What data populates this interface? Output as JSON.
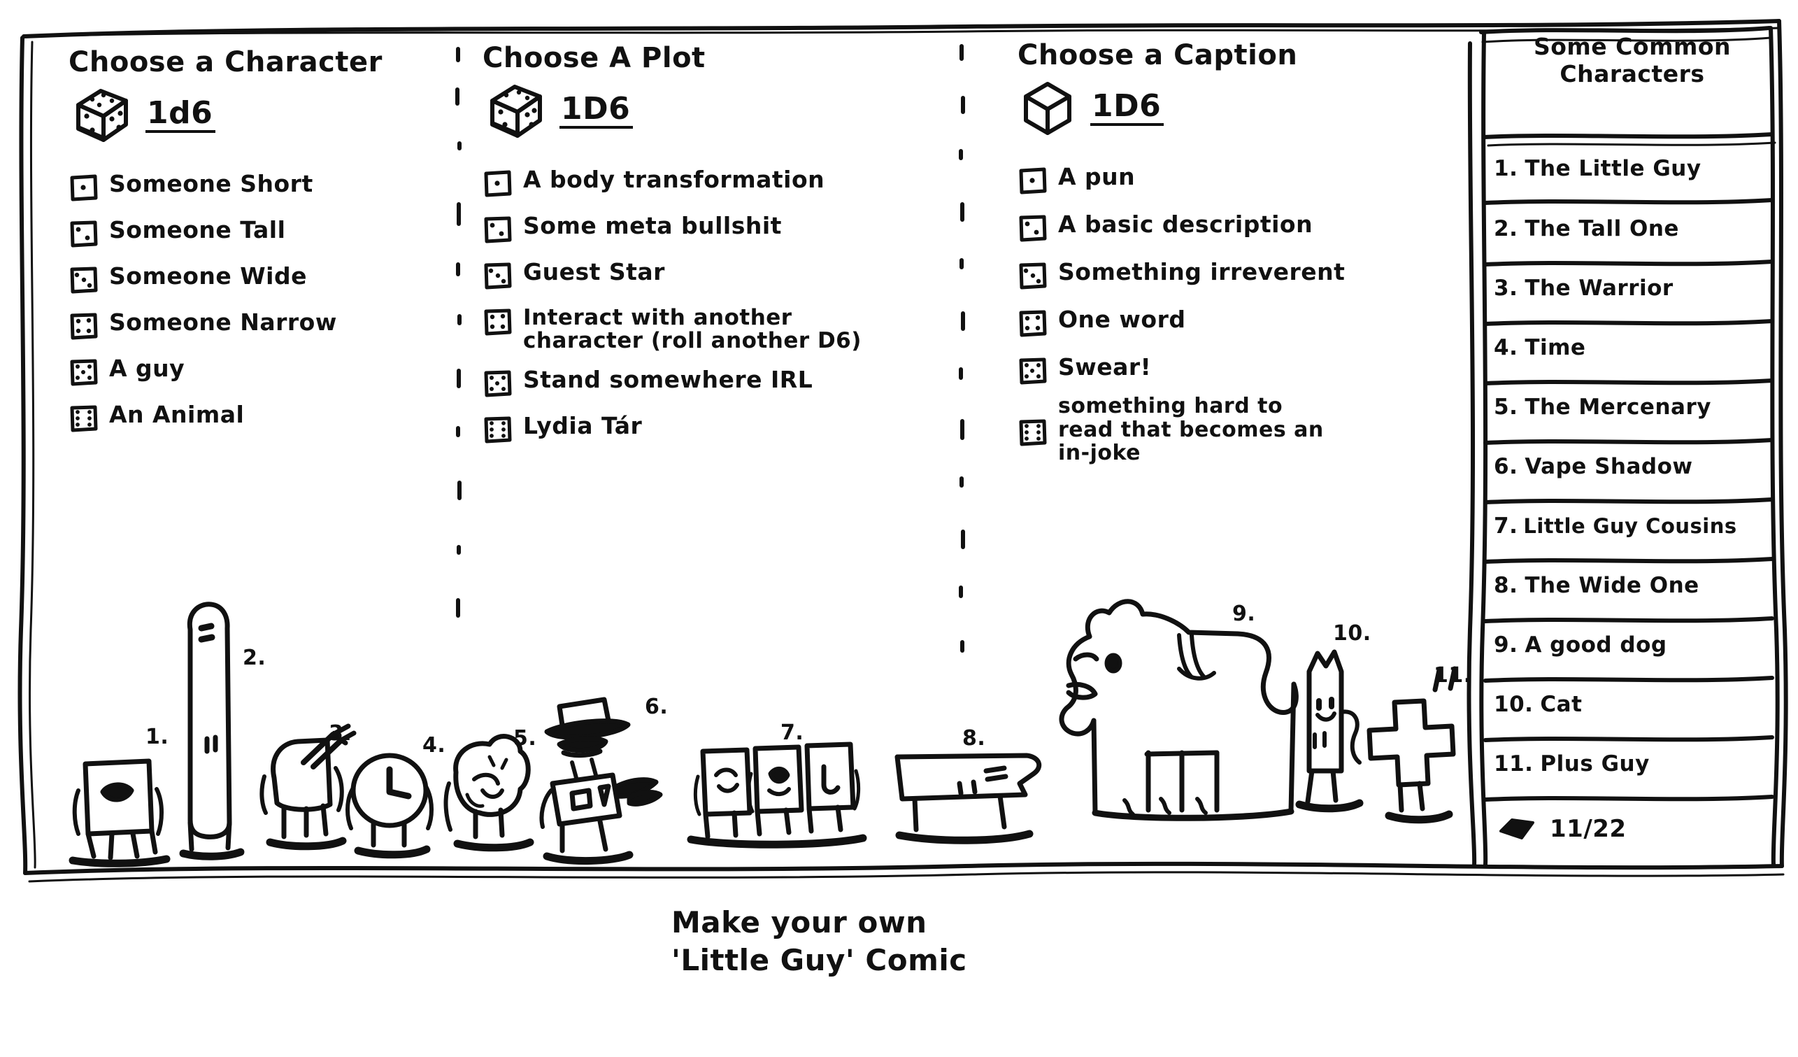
{
  "sheet": {
    "title_bottom": "Make your own\n'Little Guy' Comic"
  },
  "columns": [
    {
      "id": "character",
      "title": "Choose a Character",
      "die_label": "1d6",
      "die_icon": "dice-cube-icon",
      "options": [
        {
          "face": 1,
          "text": "Someone Short"
        },
        {
          "face": 2,
          "text": "Someone Tall"
        },
        {
          "face": 3,
          "text": "Someone Wide"
        },
        {
          "face": 4,
          "text": "Someone Narrow"
        },
        {
          "face": 5,
          "text": "A guy"
        },
        {
          "face": 6,
          "text": "An Animal"
        }
      ]
    },
    {
      "id": "plot",
      "title": "Choose A Plot",
      "die_label": "1D6",
      "die_icon": "dice-cube-icon",
      "options": [
        {
          "face": 1,
          "text": "A body transformation"
        },
        {
          "face": 2,
          "text": "Some meta bullshit"
        },
        {
          "face": 3,
          "text": "Guest Star"
        },
        {
          "face": 4,
          "text": "Interact with another\ncharacter (roll another D6)"
        },
        {
          "face": 5,
          "text": "Stand somewhere IRL"
        },
        {
          "face": 6,
          "text": "Lydia Tár"
        }
      ]
    },
    {
      "id": "caption",
      "title": "Choose a Caption",
      "die_label": "1D6",
      "die_icon": "cube-outline-icon",
      "options": [
        {
          "face": 1,
          "text": "A pun"
        },
        {
          "face": 2,
          "text": "A basic description"
        },
        {
          "face": 3,
          "text": "Something irreverent"
        },
        {
          "face": 4,
          "text": "One word"
        },
        {
          "face": 5,
          "text": "Swear!"
        },
        {
          "face": 6,
          "text": "something hard to\nread that becomes an\nin-joke"
        }
      ]
    }
  ],
  "sidebar": {
    "title": "Some Common\nCharacters",
    "items": [
      {
        "num": "1.",
        "label": "The Little Guy"
      },
      {
        "num": "2.",
        "label": "The Tall One"
      },
      {
        "num": "3.",
        "label": "The Warrior"
      },
      {
        "num": "4.",
        "label": "Time"
      },
      {
        "num": "5.",
        "label": "The Mercenary"
      },
      {
        "num": "6.",
        "label": "Vape Shadow"
      },
      {
        "num": "7.",
        "label": "Little Guy Cousins"
      },
      {
        "num": "8.",
        "label": "The Wide One"
      },
      {
        "num": "9.",
        "label": "A good dog"
      },
      {
        "num": "10.",
        "label": "Cat"
      },
      {
        "num": "11.",
        "label": "Plus Guy"
      }
    ],
    "badge": {
      "glyph": "black-diamond-icon",
      "text": "11/22"
    }
  },
  "figures": [
    {
      "num": "1.",
      "name": "little-guy-figure"
    },
    {
      "num": "2.",
      "name": "tall-one-figure"
    },
    {
      "num": "3.",
      "name": "warrior-figure"
    },
    {
      "num": "4.",
      "name": "time-clock-figure"
    },
    {
      "num": "5.",
      "name": "blob-figure"
    },
    {
      "num": "6.",
      "name": "vape-shadow-figure"
    },
    {
      "num": "7.",
      "name": "little-guy-cousins-figure"
    },
    {
      "num": "8.",
      "name": "wide-one-figure"
    },
    {
      "num": "9.",
      "name": "good-dog-figure"
    },
    {
      "num": "10.",
      "name": "cat-figure"
    },
    {
      "num": "11.",
      "name": "plus-guy-figure"
    }
  ],
  "colors": {
    "ink": "#111111",
    "paper": "#ffffff"
  }
}
